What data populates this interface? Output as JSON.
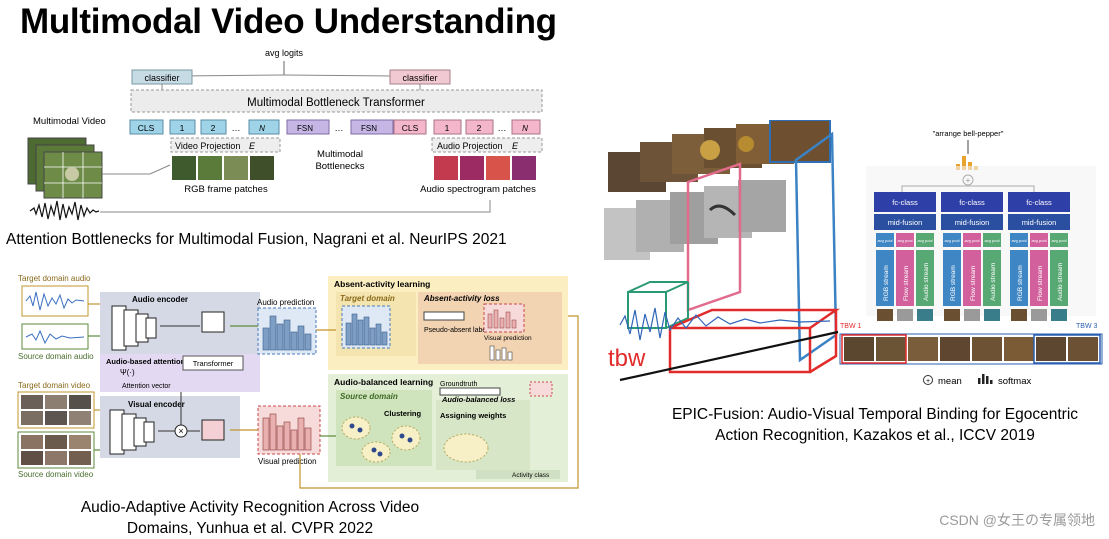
{
  "title": "Multimodal Video Understanding",
  "panel1": {
    "avg_logits": "avg logits",
    "classifier": "classifier",
    "transformer": "Multimodal Bottleneck Transformer",
    "left_tokens": [
      "CLS",
      "1",
      "2",
      "…",
      "N"
    ],
    "fsn_tokens": [
      "FSN",
      "…",
      "FSN"
    ],
    "right_tokens": [
      "CLS",
      "1",
      "2",
      "…",
      "N"
    ],
    "multimodal_video": "Multimodal Video",
    "video_projection": "Video Projection",
    "audio_projection": "Audio Projection",
    "bottlenecks_line1": "Multimodal",
    "bottlenecks_line2": "Bottlenecks",
    "rgb_patches": "RGB frame patches",
    "audio_patches": "Audio spectrogram patches",
    "caption": "Attention Bottlenecks for Multimodal Fusion, Nagrani et al. NeurIPS 2021",
    "colors": {
      "video": "#9fd3e8",
      "bottleneck": "#c6b6e6",
      "audio": "#f3b6cb"
    }
  },
  "panel2": {
    "target_audio": "Target domain audio",
    "source_audio": "Source domain audio",
    "target_video": "Target domain video",
    "source_video": "Source domain video",
    "audio_encoder": "Audio encoder",
    "visual_encoder": "Visual encoder",
    "audio_attention": "Audio-based attention",
    "psi": "Ψ(·)",
    "transformer": "Transformer",
    "attention_vector": "Attention vector",
    "audio_prediction": "Audio prediction",
    "visual_prediction": "Visual prediction",
    "absent_title": "Absent-activity learning",
    "target_domain": "Target domain",
    "absent_loss": "Absent-activity loss",
    "pseudo_label": "Pseudo-absent label",
    "visual_prediction_small": "Visual prediction",
    "balanced_title": "Audio-balanced learning",
    "source_domain": "Source domain",
    "groundtruth": "Groundtruth",
    "balanced_loss": "Audio-balanced loss",
    "clustering": "Clustering",
    "assigning": "Assigning weights",
    "activity_class": "Activity class",
    "caption_line1": "Audio-Adaptive Activity Recognition Across Video",
    "caption_line2": "Domains, Yunhua et al. CVPR 2022",
    "colors": {
      "absent": "#fbeec0",
      "balanced": "#e3efd6",
      "encoder": "#d5d9e6",
      "attention": "#e3d9f2"
    }
  },
  "panel3": {
    "tbw": "tbw",
    "label": "\"arrange bell-pepper\"",
    "fc_class": "fc-class",
    "mid_fusion": "mid-fusion",
    "avg_pool": "avg pool",
    "streams": [
      "RGB stream",
      "Flow stream",
      "Audio stream"
    ],
    "tbw1": "TBW 1",
    "tbw3": "TBW 3",
    "mean": "mean",
    "softmax": "softmax",
    "caption_line1": "EPIC-Fusion: Audio-Visual Temporal Binding for Egocentric",
    "caption_line2": "Action Recognition, Kazakos et al., ICCV 2019",
    "colors": {
      "fc": "#2f3fa8",
      "mid": "#2b4fa0",
      "rgb": "#3f86c4",
      "flow": "#d2609c",
      "audio": "#58a874"
    }
  },
  "watermark": "CSDN @女王の专属领地"
}
